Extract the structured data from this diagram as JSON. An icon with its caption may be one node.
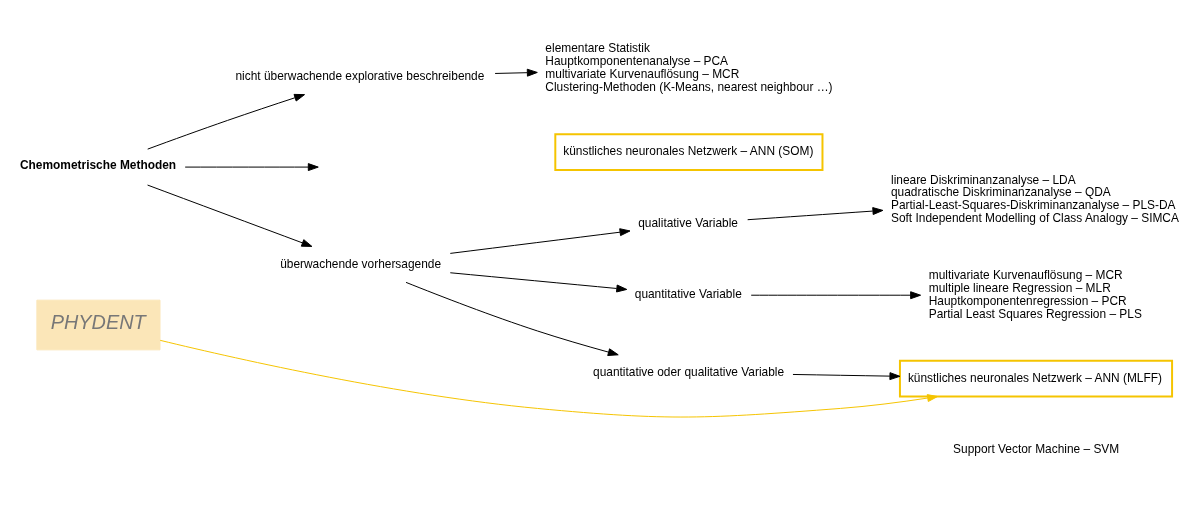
{
  "diagram": {
    "nodes": [
      {
        "text": [
          "Chemometrische Methoden"
        ]
      },
      {
        "text": [
          "nicht überwachende explorative beschreibende"
        ]
      },
      {
        "text": [
          "überwachende vorhersagende"
        ]
      },
      {
        "text": [
          "qualitative Variable"
        ]
      },
      {
        "text": [
          "quantitative Variable"
        ]
      },
      {
        "text": [
          "quantitative oder qualitative Variable"
        ]
      },
      {
        "text": [
          "elementare Statistik",
          "Hauptkomponentenanalyse – PCA",
          "multivariate Kurvenauflösung – MCR",
          "Clustering-Methoden (K-Means, nearest neighbour …)"
        ]
      },
      {
        "text": [
          "künstliches neuronales Netzwerk – ANN (SOM)"
        ]
      },
      {
        "text": [
          "lineare Diskriminanzanalyse – LDA",
          "quadratische Diskriminanzanalyse – QDA",
          "Partial-Least-Squares-Diskriminanzanalyse – PLS-DA",
          "Soft Independent Modelling of Class Analogy – SIMCA"
        ]
      },
      {
        "text": [
          "multivariate Kurvenauflösung – MCR",
          "multiple lineare Regression – MLR",
          "Hauptkomponentenregression – PCR",
          "Partial Least Squares Regression – PLS"
        ]
      },
      {
        "text": [
          "künstliches neuronales Netzwerk – ANN (MLFF)"
        ]
      },
      {
        "text": [
          "PHYDENT"
        ]
      }
    ],
    "edges": [
      {
        "from": 0,
        "to": 1,
        "arrow": "to"
      },
      {
        "from": 0,
        "to": null,
        "arrow": "to"
      },
      {
        "from": 0,
        "to": 2,
        "arrow": "to"
      },
      {
        "from": 2,
        "to": 3,
        "arrow": "to"
      },
      {
        "from": 2,
        "to": 4,
        "arrow": "to"
      },
      {
        "from": 2,
        "to": 5,
        "arrow": "to"
      },
      {
        "from": 1,
        "to": 6,
        "arrow": "to"
      },
      {
        "from": 3,
        "to": 8,
        "arrow": "to"
      },
      {
        "from": 4,
        "to": 9,
        "arrow": "to"
      },
      {
        "from": 5,
        "to": 10,
        "arrow": "to"
      },
      {
        "from": 11,
        "to": 10,
        "arrow": "to",
        "color": "#f5c400"
      }
    ],
    "labels": [
      "Support Vector Machine – SVM"
    ]
  }
}
